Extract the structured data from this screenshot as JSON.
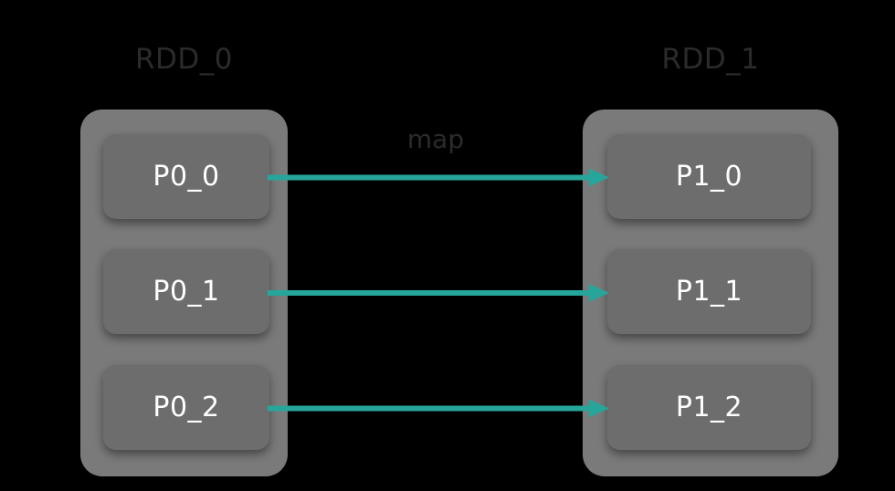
{
  "diagram": {
    "background_color": "#000000",
    "title_text_color": "#2b2b2b",
    "container_color": "#7a7a7a",
    "partition_color": "#6d6d6d",
    "partition_text_color": "#ffffff",
    "arrow_color": "#26a69a",
    "transformation": {
      "label": "map"
    },
    "source": {
      "title": "RDD_0",
      "partitions": [
        {
          "label": "P0_0"
        },
        {
          "label": "P0_1"
        },
        {
          "label": "P0_2"
        }
      ]
    },
    "target": {
      "title": "RDD_1",
      "partitions": [
        {
          "label": "P1_0"
        },
        {
          "label": "P1_1"
        },
        {
          "label": "P1_2"
        }
      ]
    },
    "arrows": [
      {
        "from": "P0_0",
        "to": "P1_0"
      },
      {
        "from": "P0_1",
        "to": "P1_1"
      },
      {
        "from": "P0_2",
        "to": "P1_2"
      }
    ]
  }
}
